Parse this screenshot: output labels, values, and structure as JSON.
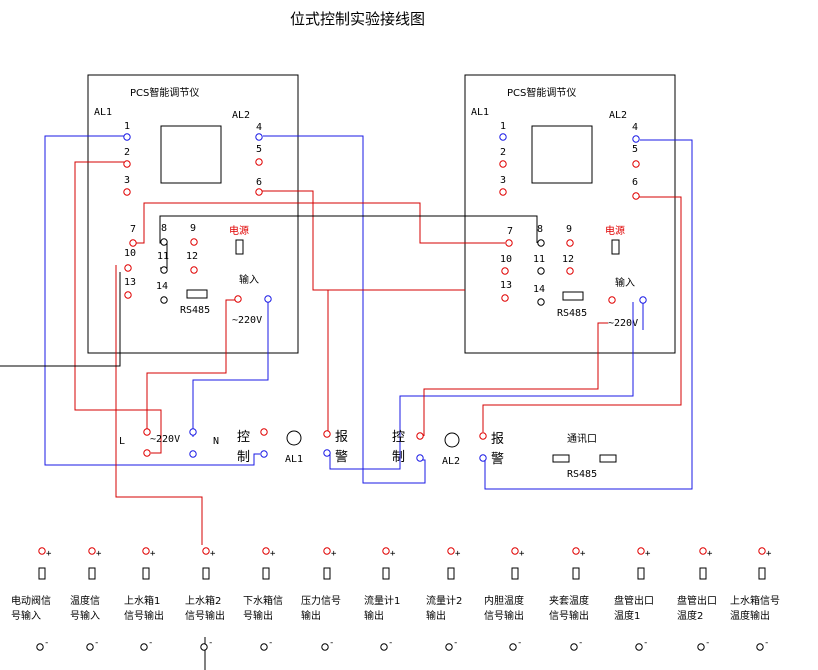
{
  "title": "位式控制实验接线图",
  "controller": {
    "name": "PCS智能调节仪",
    "al1": "AL1",
    "al2": "AL2",
    "t1": "1",
    "t2": "2",
    "t3": "3",
    "t4": "4",
    "t5": "5",
    "t6": "6",
    "t7": "7",
    "t8": "8",
    "t9": "9",
    "t10": "10",
    "t11": "11",
    "t12": "12",
    "t13": "13",
    "t14": "14",
    "power": "电源",
    "input": "输入",
    "rs485": "RS485",
    "ac220": "~220V"
  },
  "panel": {
    "L": "L",
    "ac220": "~220V",
    "N": "N",
    "ctrl1": "控",
    "ctrl2": "制",
    "al1": "AL1",
    "al2": "AL2",
    "alarm1": "报",
    "alarm2": "警",
    "comm": "通讯口",
    "rs485": "RS485"
  },
  "signals": {
    "plus": "+",
    "minus": "-",
    "items": [
      {
        "line1": "电动阀信",
        "line2": "号输入"
      },
      {
        "line1": "温度信",
        "line2": "号输入"
      },
      {
        "line1": "上水箱1",
        "line2": "信号输出"
      },
      {
        "line1": "上水箱2",
        "line2": "信号输出"
      },
      {
        "line1": "下水箱信",
        "line2": "号输出"
      },
      {
        "line1": "压力信号",
        "line2": "输出"
      },
      {
        "line1": "流量计1",
        "line2": "输出"
      },
      {
        "line1": "流量计2",
        "line2": "输出"
      },
      {
        "line1": "内胆温度",
        "line2": "信号输出"
      },
      {
        "line1": "夹套温度",
        "line2": "信号输出"
      },
      {
        "line1": "盘管出口",
        "line2": "温度1"
      },
      {
        "line1": "盘管出口",
        "line2": "温度2"
      },
      {
        "line1": "上水箱信号",
        "line2": "温度输出"
      }
    ]
  }
}
